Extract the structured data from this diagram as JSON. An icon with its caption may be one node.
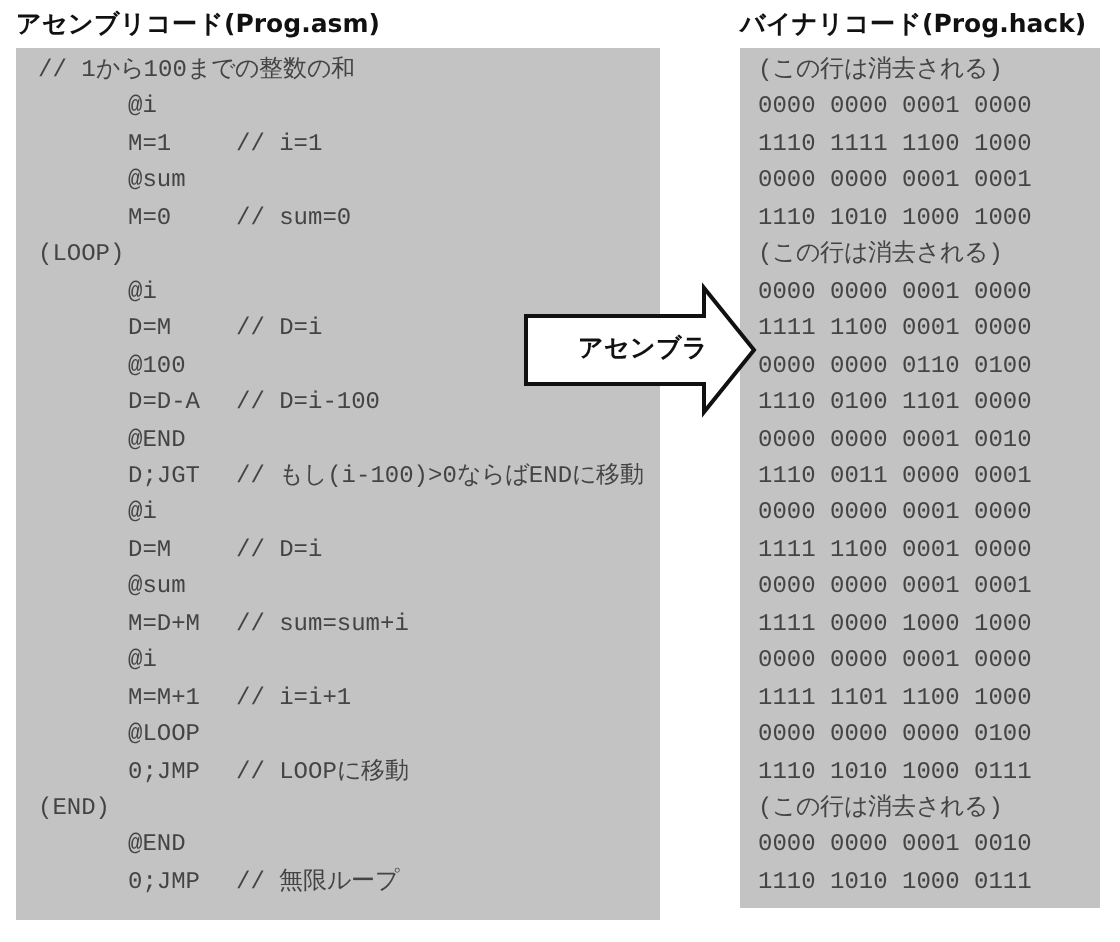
{
  "diagram": {
    "nodes": [
      {
        "text": [
          "アセンブリコード(Prog.asm)",
          "// 1から100までの整数の和",
          "@i",
          "M=1",
          "// i=1",
          "@sum",
          "M=0",
          "// sum=0",
          "(LOOP)",
          "@i",
          "D=M",
          "// D=i",
          "@100",
          "D=D-A",
          "// D=i-100",
          "@END",
          "D;JGT",
          "// もし(i-100)>0ならばENDに移動",
          "@i",
          "D=M",
          "// D=i",
          "@sum",
          "M=D+M",
          "// sum=sum+i",
          "@i",
          "M=M+1",
          "// i=i+1",
          "@LOOP",
          "0;JMP",
          "// LOOPに移動",
          "(END)",
          "@END",
          "0;JMP",
          "// 無限ループ"
        ]
      },
      {
        "text": [
          "バイナリコード(Prog.hack)",
          "(この行は消去される)",
          "0000 0000 0001 0000",
          "1110 1111 1100 1000",
          "0000 0000 0001 0001",
          "1110 1010 1000 1000",
          "(この行は消去される)",
          "0000 0000 0001 0000",
          "1111 1100 0001 0000",
          "0000 0000 0110 0100",
          "1110 0100 1101 0000",
          "0000 0000 0001 0010",
          "1110 0011 0000 0001",
          "0000 0000 0001 0000",
          "1111 1100 0001 0000",
          "0000 0000 0001 0001",
          "1111 0000 1000 1000",
          "0000 0000 0001 0000",
          "1111 1101 1100 1000",
          "0000 0000 0000 0100",
          "1110 1010 1000 0111",
          "(この行は消去される)",
          "0000 0000 0001 0010",
          "1110 1010 1000 0111"
        ]
      }
    ],
    "edges": [
      {
        "from": 0,
        "to": 1,
        "arrow": "to",
        "label": "アセンブラ"
      }
    ]
  }
}
